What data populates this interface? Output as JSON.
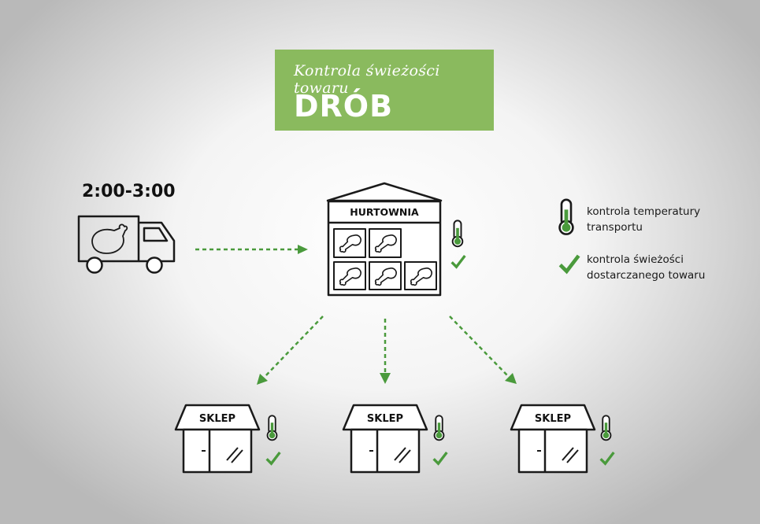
{
  "header": {
    "subtitle": "Kontrola świeżości towaru",
    "title": "DRÓB"
  },
  "transport": {
    "time": "2:00-3:00"
  },
  "warehouse": {
    "label": "HURTOWNIA"
  },
  "shops": [
    {
      "label": "SKLEP"
    },
    {
      "label": "SKLEP"
    },
    {
      "label": "SKLEP"
    }
  ],
  "legend": {
    "temperature": {
      "line1": "kontrola temperatury",
      "line2": "transportu"
    },
    "freshness": {
      "line1": "kontrola świeżości",
      "line2": "dostarczanego towaru"
    }
  },
  "colors": {
    "green": "#8aba5e",
    "arrow_green": "#4a9a3c",
    "line": "#1a1a1a"
  }
}
